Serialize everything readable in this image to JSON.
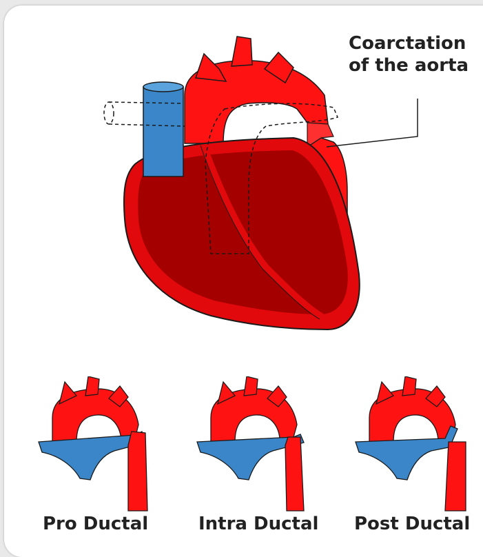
{
  "callout": {
    "line1": "Coarctation",
    "line2": "of the aorta"
  },
  "variants": [
    {
      "label": "Pro Ductal"
    },
    {
      "label": "Intra Ductal"
    },
    {
      "label": "Post Ductal"
    }
  ],
  "colors": {
    "aorta_red": "#ff1212",
    "heart_outer": "#e1090b",
    "heart_inner": "#a40000",
    "vessel_blue": "#3a86c8",
    "outline": "#1a1a1a"
  }
}
